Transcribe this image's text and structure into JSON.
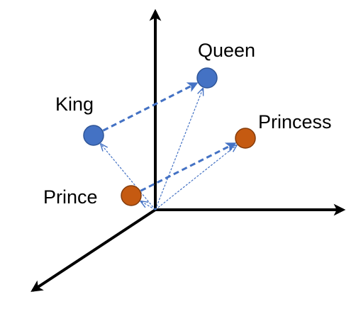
{
  "points": [
    {
      "id": "king",
      "label": "King",
      "color": "#4472C4",
      "stroke": "#2F5597"
    },
    {
      "id": "queen",
      "label": "Queen",
      "color": "#4472C4",
      "stroke": "#2F5597"
    },
    {
      "id": "prince",
      "label": "Prince",
      "color": "#C55A11",
      "stroke": "#843C0C"
    },
    {
      "id": "princess",
      "label": "Princess",
      "color": "#C55A11",
      "stroke": "#843C0C"
    }
  ],
  "axes_color": "#000000",
  "vector_color": "#4472C4",
  "relations": [
    {
      "from": "king",
      "to": "queen",
      "style": "thick-dashed"
    },
    {
      "from": "prince",
      "to": "princess",
      "style": "thick-dashed"
    }
  ],
  "origin_vectors": [
    {
      "to": "king",
      "style": "thin-dotted"
    },
    {
      "to": "queen",
      "style": "thin-dotted"
    },
    {
      "to": "prince",
      "style": "thin-dotted"
    },
    {
      "to": "princess",
      "style": "thin-dotted"
    }
  ]
}
